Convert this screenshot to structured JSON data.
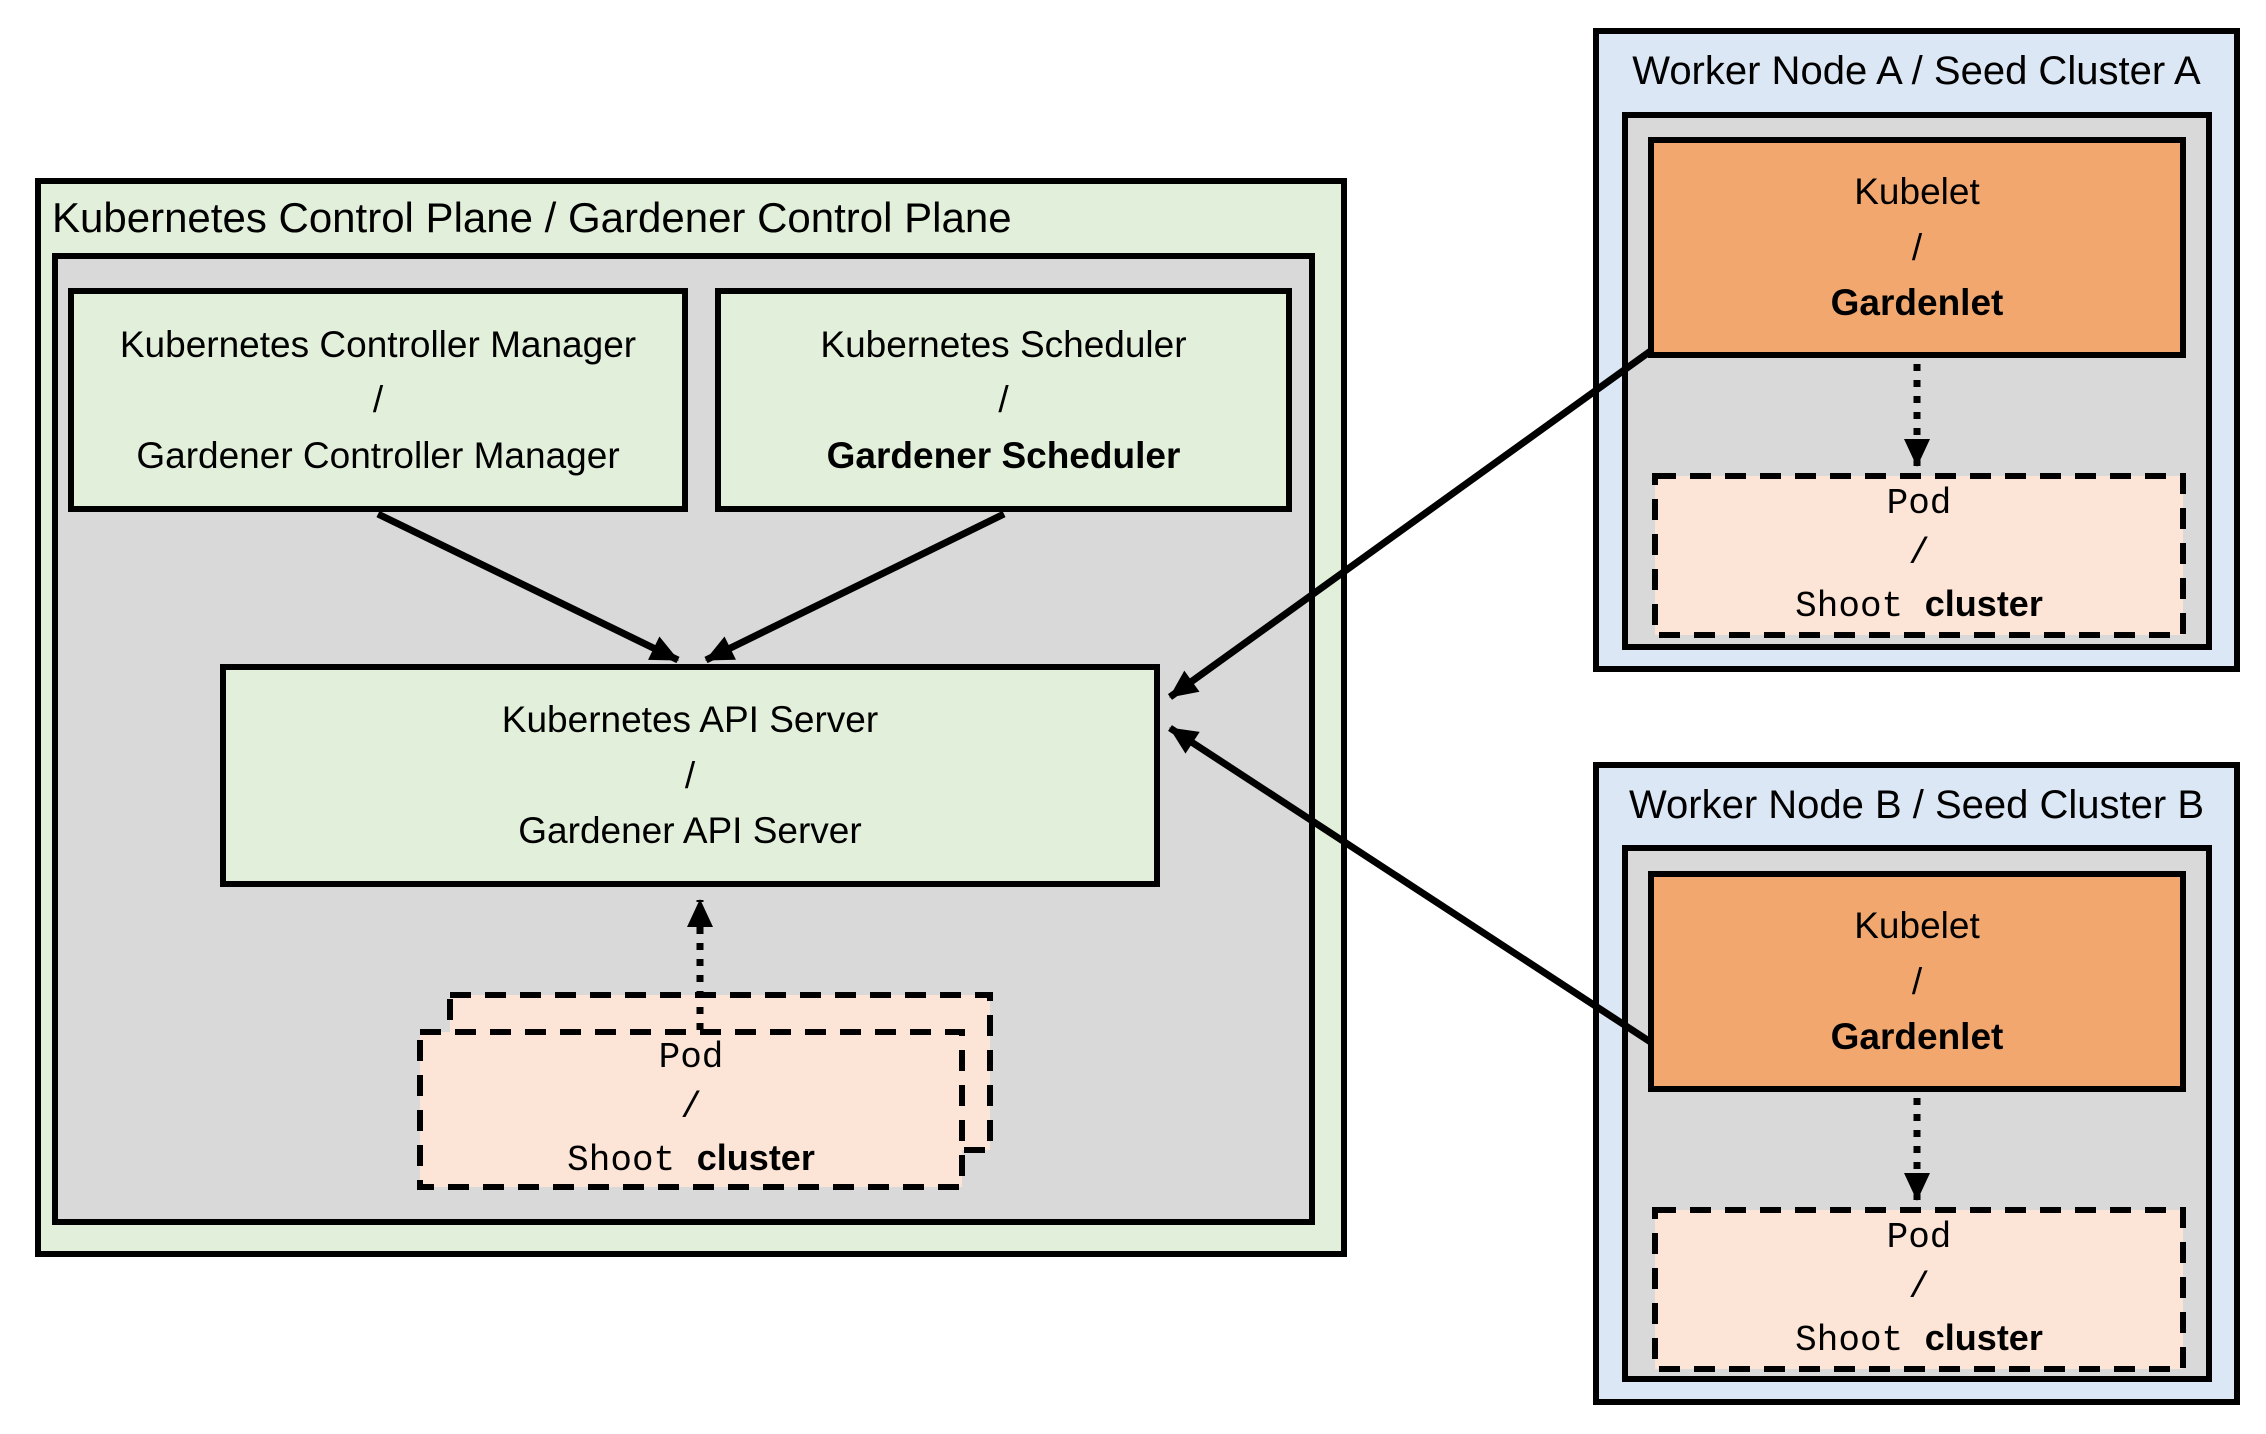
{
  "control_plane": {
    "title": "Kubernetes Control Plane / Gardener Control Plane",
    "controller_manager": {
      "top": "Kubernetes Controller Manager",
      "slash": "/",
      "bottom": "Gardener Controller Manager"
    },
    "scheduler": {
      "top": "Kubernetes Scheduler",
      "slash": "/",
      "bottom": "Gardener Scheduler"
    },
    "api_server": {
      "top": "Kubernetes API Server",
      "slash": "/",
      "bottom": "Gardener API Server"
    },
    "pod_stack": {
      "top": "Pod",
      "slash": "/",
      "bottom_mono": "Shoot",
      "bottom_sans": "cluster"
    }
  },
  "workers": [
    {
      "title": "Worker Node A / Seed Cluster A",
      "kubelet": {
        "top": "Kubelet",
        "slash": "/",
        "bottom": "Gardenlet"
      },
      "pod": {
        "top": "Pod",
        "slash": "/",
        "bottom_mono": "Shoot",
        "bottom_sans": "cluster"
      }
    },
    {
      "title": "Worker Node B / Seed Cluster B",
      "kubelet": {
        "top": "Kubelet",
        "slash": "/",
        "bottom": "Gardenlet"
      },
      "pod": {
        "top": "Pod",
        "slash": "/",
        "bottom_mono": "Shoot",
        "bottom_sans": "cluster"
      }
    }
  ],
  "colors": {
    "control-plane-bg": "#e2efda",
    "panel-gray": "#d9d9d9",
    "green-box": "#e2efda",
    "worker-blue": "#dbe7f5",
    "kubelet-orange": "#f2a76f",
    "pod-peach": "#fce4d6",
    "line-black": "#000000"
  }
}
